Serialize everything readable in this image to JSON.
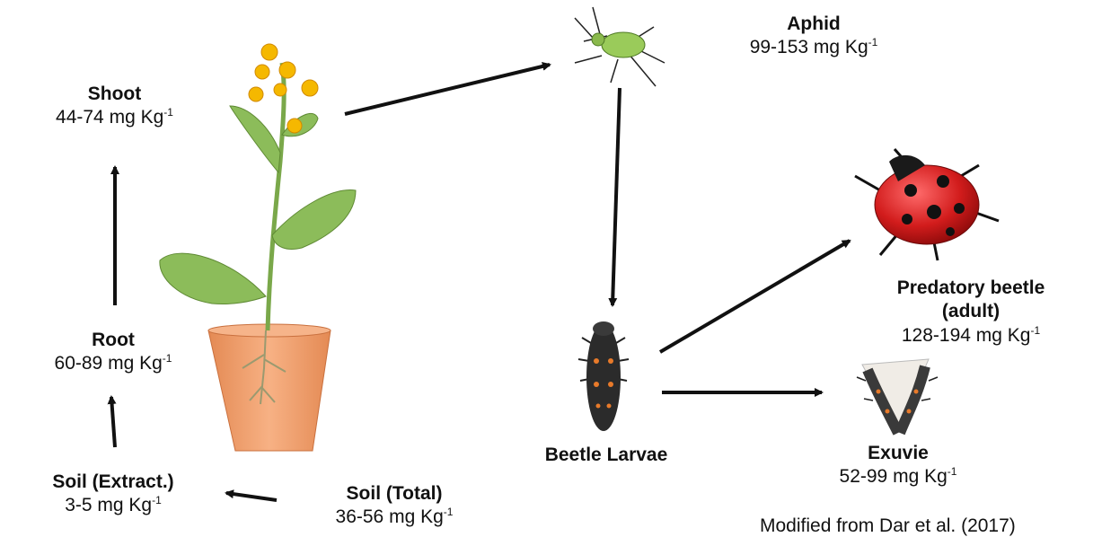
{
  "nodes": {
    "shoot": {
      "title": "Shoot",
      "value": "44-74 mg Kg",
      "unit_sup": "-1"
    },
    "root": {
      "title": "Root",
      "value": "60-89 mg Kg",
      "unit_sup": "-1"
    },
    "soil_extract": {
      "title": "Soil (Extract.)",
      "value": "3-5 mg Kg",
      "unit_sup": "-1"
    },
    "soil_total": {
      "title": "Soil (Total)",
      "value": "36-56 mg Kg",
      "unit_sup": "-1"
    },
    "aphid": {
      "title": "Aphid",
      "value": "99-153 mg Kg",
      "unit_sup": "-1"
    },
    "beetle_larvae": {
      "title": "Beetle Larvae"
    },
    "predatory_beetle": {
      "title_line1": "Predatory beetle",
      "title_line2": "(adult)",
      "value": "128-194 mg Kg",
      "unit_sup": "-1"
    },
    "exuvie": {
      "title": "Exuvie",
      "value": "52-99 mg Kg",
      "unit_sup": "-1"
    }
  },
  "credit": "Modified from Dar et al. (2017)",
  "colors": {
    "arrow": "#111111",
    "pot": "#f0a070",
    "leaf": "#8cbc5a",
    "flower": "#f5b800",
    "beetle": "#d42020",
    "aphid": "#9acb5a"
  }
}
